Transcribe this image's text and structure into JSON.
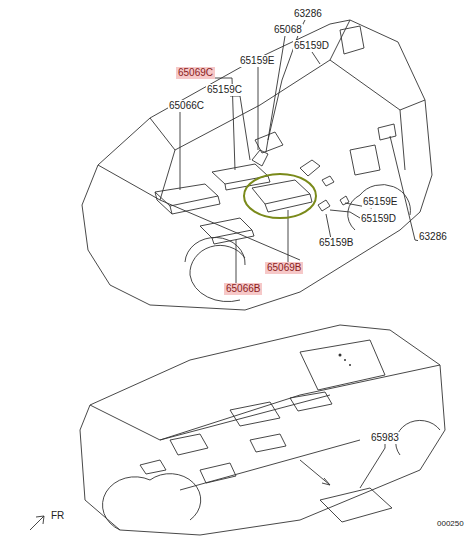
{
  "diagram": {
    "nodes": [
      {
        "text": [
          "65069C"
        ]
      },
      {
        "text": [
          "65069B"
        ]
      },
      {
        "text": [
          "65066B"
        ]
      }
    ],
    "labels": [
      "63286",
      "65068",
      "65159D",
      "65159E",
      "65159C",
      "65066C",
      "65159E",
      "65159D",
      "63286",
      "65159B",
      "65983",
      "FR",
      "000250"
    ]
  }
}
